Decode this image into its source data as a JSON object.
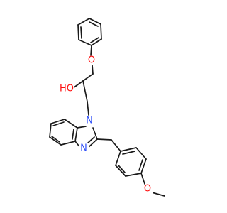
{
  "molecule": {
    "atoms": [
      {
        "id": "O1",
        "label": "O",
        "color": "#ff0d0d"
      },
      {
        "id": "HO",
        "label": "HO",
        "color": "#ff0d0d"
      },
      {
        "id": "N1",
        "label": "N",
        "color": "#3050f8"
      },
      {
        "id": "N3",
        "label": "N",
        "color": "#3050f8"
      },
      {
        "id": "O3",
        "label": "O",
        "color": "#ff0d0d"
      }
    ],
    "bond_color": "#1a1a1a"
  }
}
